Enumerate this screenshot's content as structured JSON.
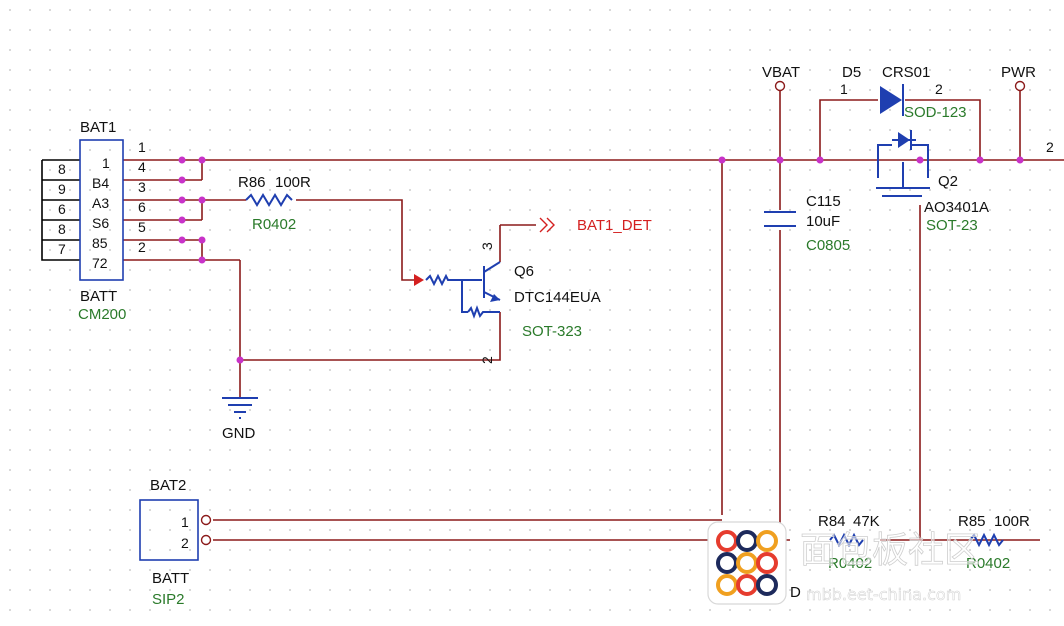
{
  "bat1": {
    "ref": "BAT1",
    "value": "BATT",
    "footprint": "CM200",
    "left_pins": [
      "8",
      "6",
      "9",
      "8",
      "7"
    ],
    "inner_pins": [
      "1",
      "B4",
      "A3",
      "S6",
      "85",
      "72"
    ],
    "right_pins": [
      "1",
      "4",
      "3",
      "6",
      "5",
      "2"
    ]
  },
  "r86": {
    "ref": "R86",
    "value": "100R",
    "footprint": "R0402"
  },
  "gnd": {
    "label": "GND"
  },
  "net_bat1_det": {
    "label": "BAT1_DET"
  },
  "q6": {
    "ref": "Q6",
    "value": "DTC144EUA",
    "footprint": "SOT-323",
    "pin_top": "3",
    "pin_bottom": "2"
  },
  "bat2": {
    "ref": "BAT2",
    "value": "BATT",
    "footprint": "SIP2",
    "pin1": "1",
    "pin2": "2"
  },
  "vbat": {
    "label": "VBAT"
  },
  "pwr": {
    "label": "PWR",
    "pin": "2"
  },
  "d5": {
    "ref": "D5",
    "value": "CRS01",
    "footprint": "SOD-123",
    "pin1": "1",
    "pin2": "2"
  },
  "c115": {
    "ref": "C115",
    "value": "10uF",
    "footprint": "C0805"
  },
  "q2": {
    "ref": "Q2",
    "value": "AO3401A",
    "footprint": "SOT-23"
  },
  "r84": {
    "ref": "R84",
    "value": "47K",
    "footprint": "R0402"
  },
  "r85": {
    "ref": "R85",
    "value": "100R",
    "footprint": "R0402"
  },
  "partial_label": "D",
  "watermark": {
    "text": "面包板社区",
    "url": "mbb.eet-china.com"
  },
  "colors": {
    "wire": "#8b1a1a",
    "junction": "#c832c8",
    "component": "#1f3fb0",
    "footprint_text": "#2a7a2a",
    "net_label": "#d42020"
  }
}
